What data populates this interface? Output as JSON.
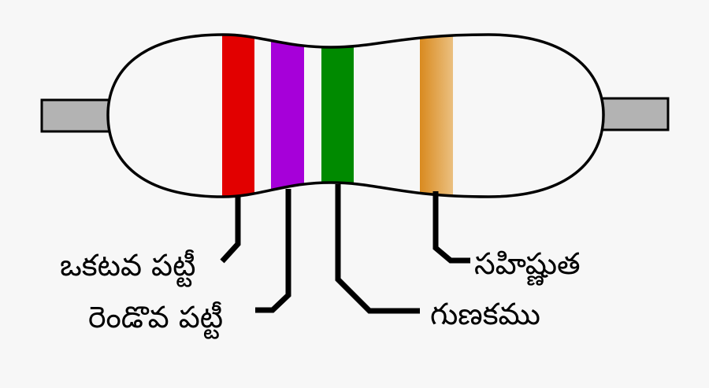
{
  "diagram": {
    "subject": "resistor",
    "background": "#f7f7f7",
    "body_outline_color": "#000000",
    "lead_color": "#b3b3b3",
    "bands": [
      {
        "name": "first-band",
        "color": "#e20000",
        "label": "ఒకటవ పట్టీ"
      },
      {
        "name": "second-band",
        "color": "#a600d9",
        "label": "రెండొవ పట్టీ"
      },
      {
        "name": "multiplier-band",
        "color": "#008a00",
        "label": "గుణకము"
      },
      {
        "name": "tolerance-band",
        "color_start": "#d98a1f",
        "color_end": "#ebc080",
        "label": "సహిష్ణుత"
      }
    ]
  },
  "labels": {
    "first_band": "ఒకటవ పట్టీ",
    "second_band": "రెండొవ పట్టీ",
    "multiplier": "గుణకము",
    "tolerance": "సహిష్ణుత"
  }
}
